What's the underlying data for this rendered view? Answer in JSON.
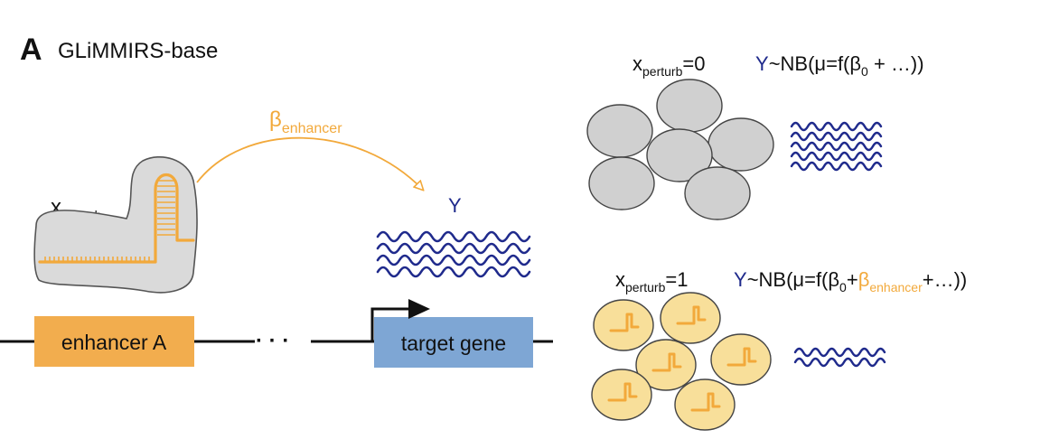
{
  "panel": {
    "letter": "A",
    "title": "GLiMMIRS-base"
  },
  "colors": {
    "orange": "#f2a93b",
    "enhancer_box": "#f2ad4e",
    "gene_box": "#7ea6d4",
    "navy": "#1f2a8c",
    "grna_fill": "#dadada",
    "cell_gray": "#d0d0d0",
    "cell_yellow": "#f8df9a",
    "ink": "#111111"
  },
  "labels": {
    "beta_symbol": "β",
    "beta_sub": "enhancer",
    "x_var": "x",
    "x_sub": "perturb",
    "y_label": "Y",
    "enhancer_box": "enhancer A",
    "gene_box": "target gene",
    "dots": "· · ·"
  },
  "conditions": [
    {
      "x_var": "x",
      "x_sub": "perturb",
      "x_value": "=0",
      "y": "Y",
      "formula_a": "~NB(μ=f(β",
      "formula_beta_sub": "0",
      "formula_b": " + …))"
    },
    {
      "x_var": "x",
      "x_sub": "perturb",
      "x_value": "=1",
      "y": "Y",
      "formula_a": "~NB(μ=f(β",
      "formula_beta_sub": "0",
      "formula_plus": "+",
      "formula_beta2": "β",
      "formula_beta2_sub": "enhancer",
      "formula_b": "+…))"
    }
  ]
}
